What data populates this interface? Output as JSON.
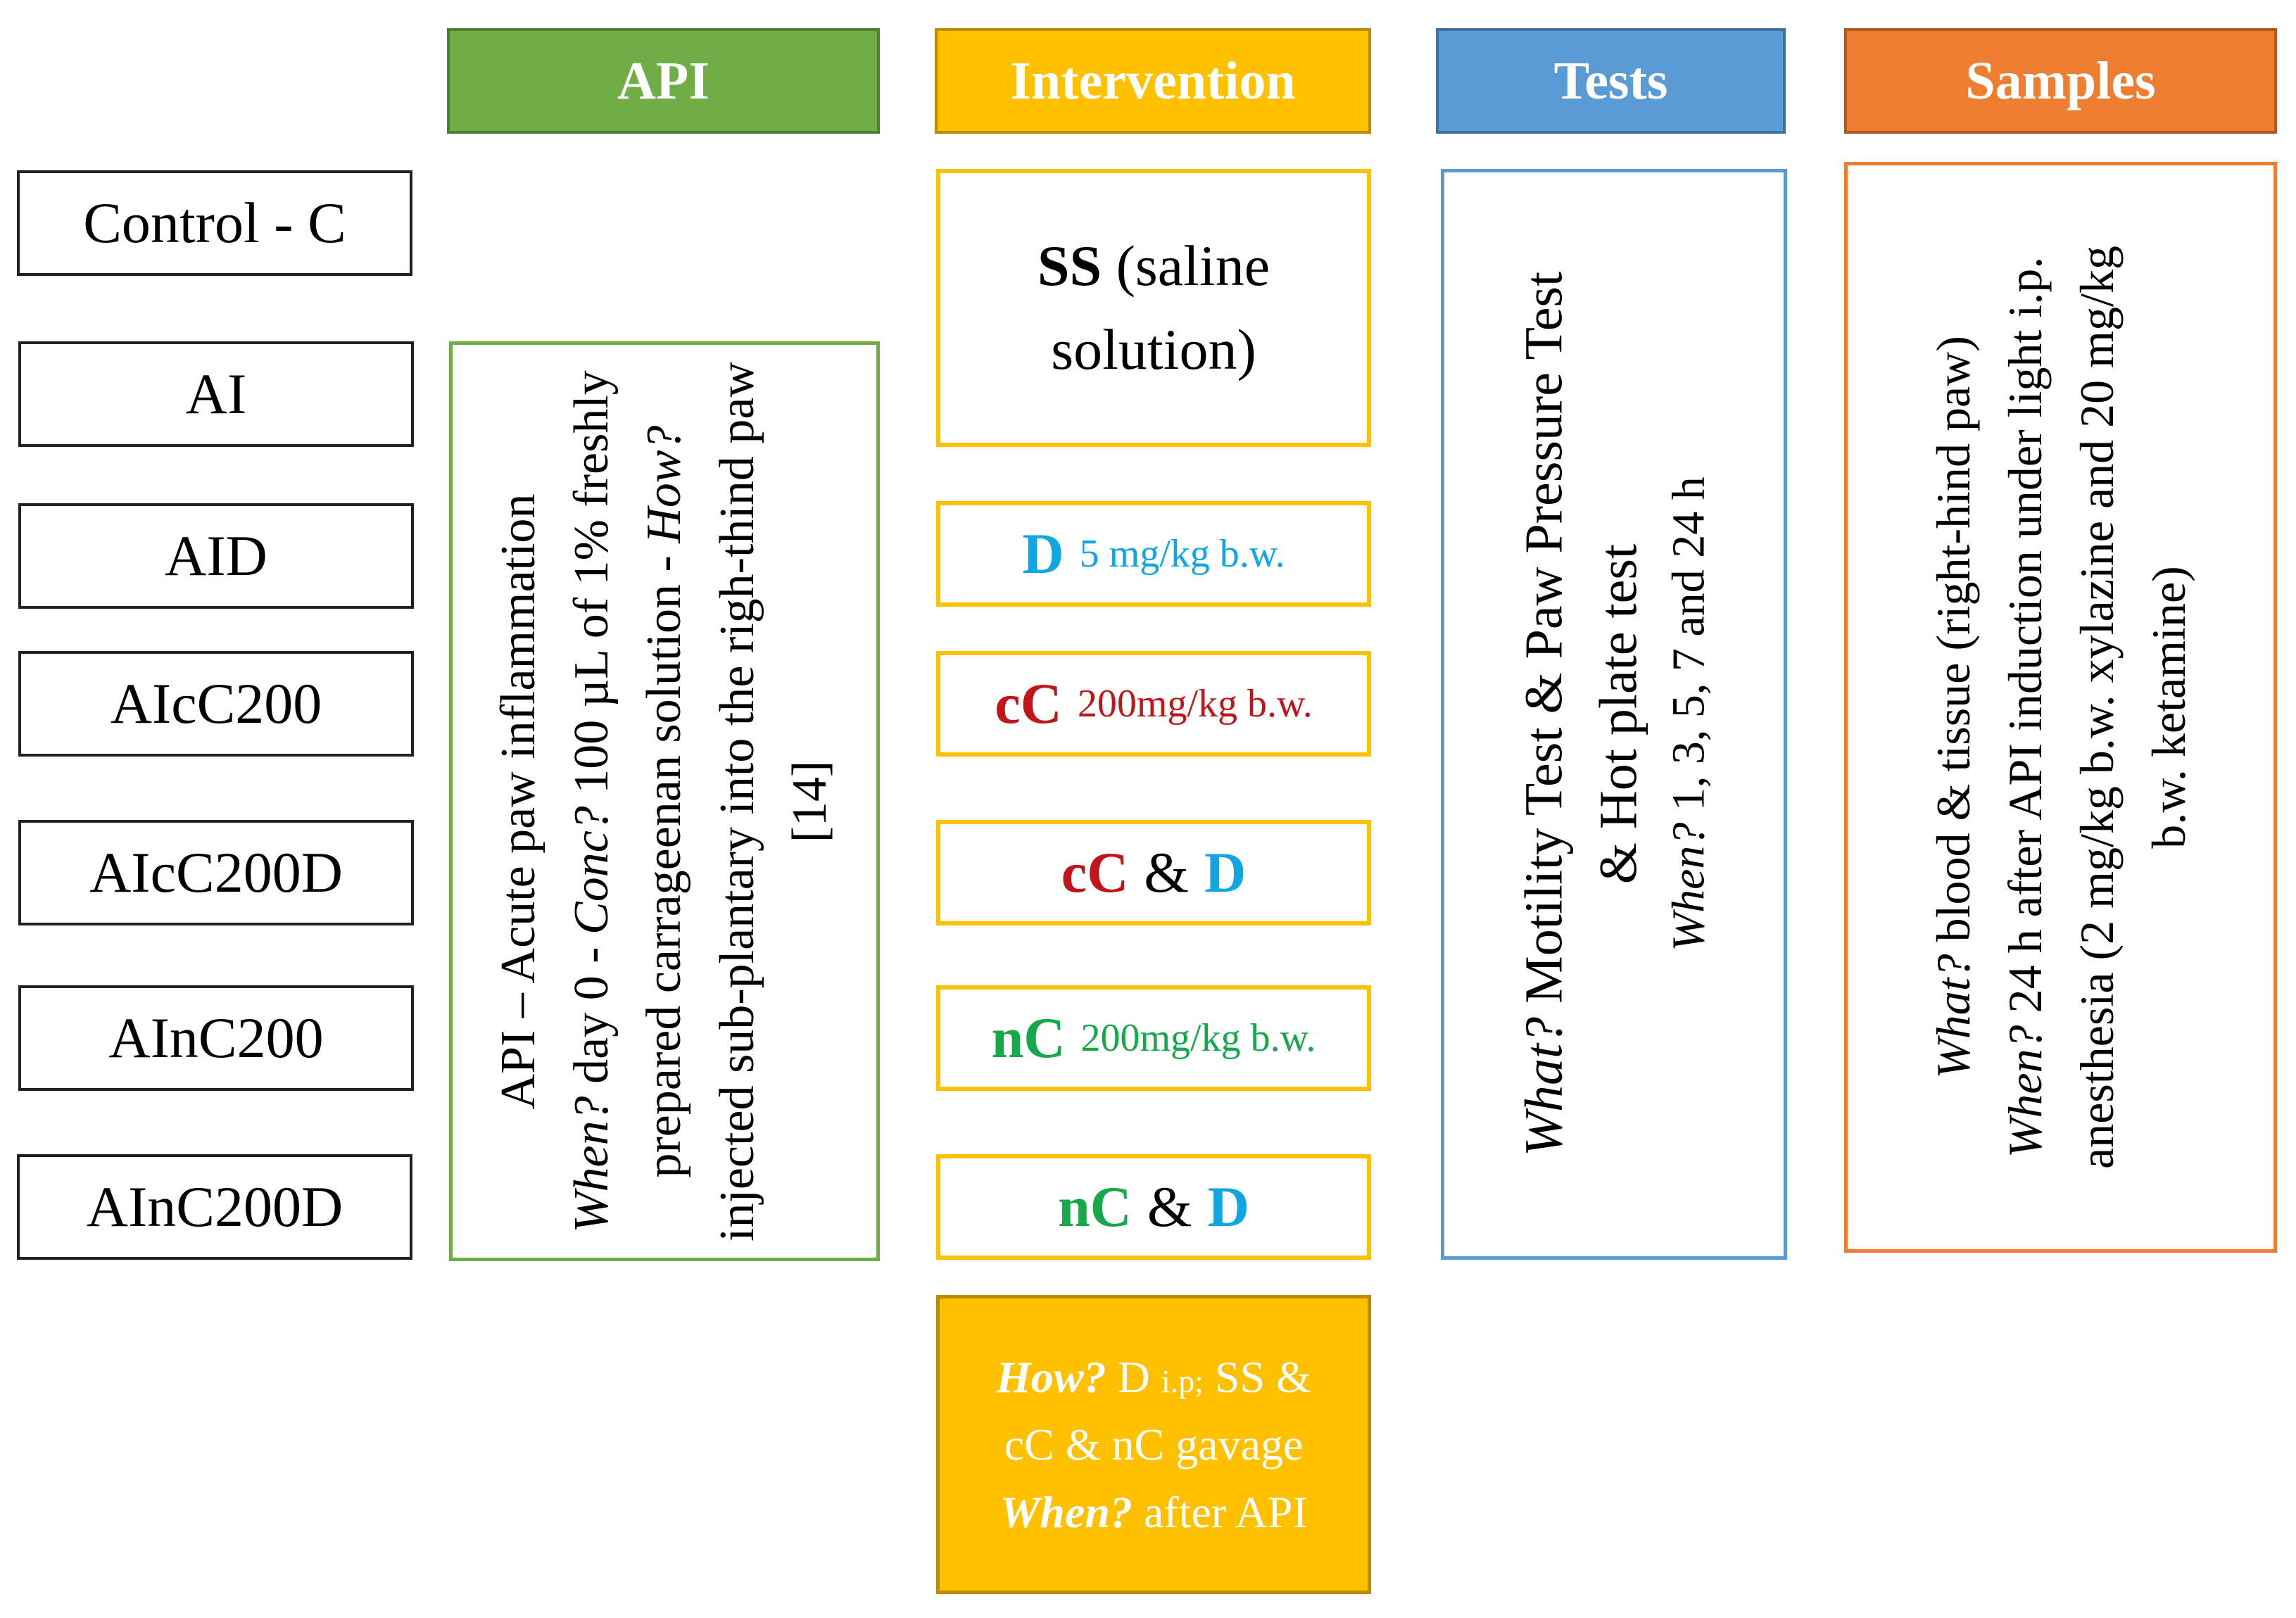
{
  "headers": {
    "api": "API",
    "intervention": "Intervention",
    "tests": "Tests",
    "samples": "Samples"
  },
  "groups": [
    "Control - C",
    "AI",
    "AID",
    "AIcC200",
    "AIcC200D",
    "AInC200",
    "AInC200D"
  ],
  "api_box": {
    "title": "API – Acute paw inflammation",
    "when_q": "When?",
    "when_text": " day 0 - ",
    "conc_q": "Conc?",
    "conc_text": " 100 µL of 1% freshly prepared carrageenan solution - ",
    "how_q": "How?",
    "how_text": " injected sub-plantary into the righ-thind paw [14]"
  },
  "interventions": {
    "ss": {
      "label": "SS",
      "text": " (saline",
      "text2": "solution)"
    },
    "d": {
      "label": "D",
      "dose": "5 mg/kg b.w."
    },
    "cc": {
      "label": "cC",
      "dose": "200mg/kg b.w."
    },
    "cc_d": {
      "label1": "cC",
      "amp": "&",
      "label2": "D"
    },
    "nc": {
      "label": "nC",
      "dose": "200mg/kg b.w."
    },
    "nc_d": {
      "label1": "nC",
      "amp": "&",
      "label2": "D"
    },
    "how_box": {
      "how_q": "How?",
      "line1_d": " D ",
      "line1_ip": "i.p;",
      "line1_rest": " SS &",
      "line2": "cC & nC gavage",
      "when_q": "When?",
      "when_text": " after API"
    }
  },
  "tests_box": {
    "what_q": "What?",
    "what_text": " Motility Test & Paw Pressure Test",
    "line2": "& Hot plate test",
    "when_q": "When?",
    "when_text": " 1, 3, 5, 7 and 24 h"
  },
  "samples_box": {
    "what_q": "What?",
    "what_text": " blood & tissue (right-hind paw)",
    "when_q": "When?",
    "when_text": " 24 h after API induction under light i.p. anesthesia (2 mg/kg b.w. xylazine and 20 mg/kg b.w. ketamine)"
  },
  "colors": {
    "api": "#70AD47",
    "intervention": "#FFC000",
    "tests": "#5B9BD5",
    "samples": "#ED7D31",
    "d": "#0FA6E3",
    "cc": "#C0161B",
    "nc": "#17A84B"
  }
}
